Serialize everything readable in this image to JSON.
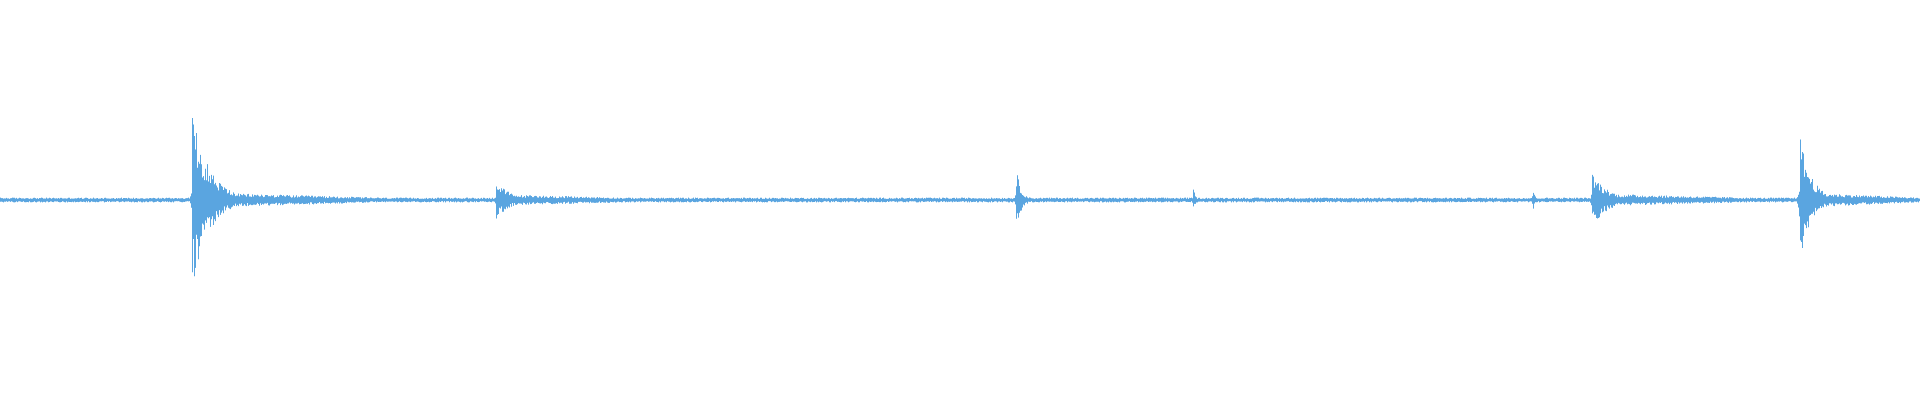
{
  "waveform": {
    "color": "#5aa5e0",
    "background": "#ffffff",
    "duration_relative": 1.0,
    "baseline_amplitude": 0.012,
    "events": [
      {
        "time": 0.1,
        "peak": 0.43,
        "decay": 0.11,
        "tail": 0.03
      },
      {
        "time": 0.258,
        "peak": 0.1,
        "decay": 0.09,
        "tail": 0.022
      },
      {
        "time": 0.529,
        "peak": 0.16,
        "decay": 0.03,
        "tail": 0.012
      },
      {
        "time": 0.621,
        "peak": 0.08,
        "decay": 0.01,
        "tail": 0.012
      },
      {
        "time": 0.798,
        "peak": 0.1,
        "decay": 0.006,
        "tail": 0.0
      },
      {
        "time": 0.829,
        "peak": 0.14,
        "decay": 0.1,
        "tail": 0.025
      },
      {
        "time": 0.937,
        "peak": 0.34,
        "decay": 0.07,
        "tail": 0.03
      }
    ]
  }
}
